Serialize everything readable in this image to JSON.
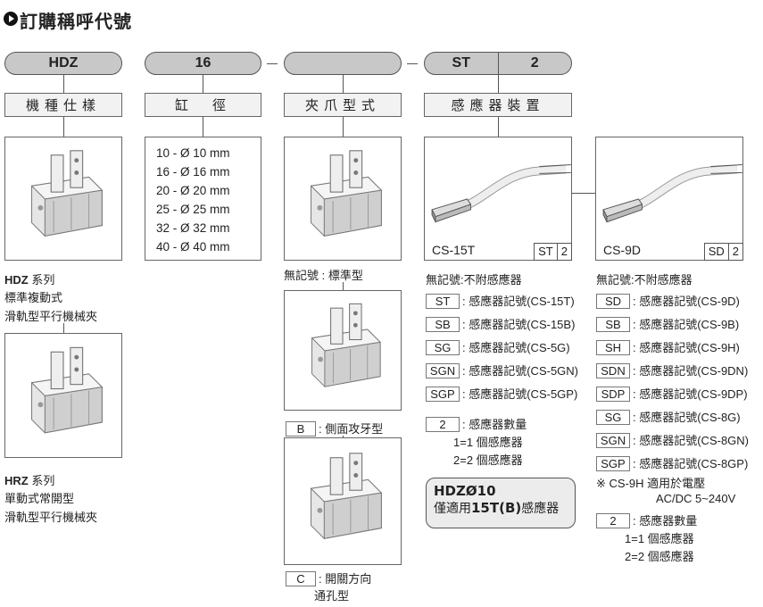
{
  "title": "訂購稱呼代號",
  "pills": {
    "model": "HDZ",
    "bore": "16",
    "claw": "",
    "sensor": "ST",
    "sensor_qty": "2"
  },
  "labels": {
    "model": "機種仕樣",
    "bore": "缸　徑",
    "claw": "夾爪型式",
    "sensor": "感應器裝置"
  },
  "models": [
    {
      "code": "HDZ",
      "series": "系列",
      "lines": [
        "標準複動式",
        "滑軌型平行機械夾"
      ]
    },
    {
      "code": "HRZ",
      "series": "系列",
      "lines": [
        "單動式常開型",
        "滑軌型平行機械夾"
      ]
    }
  ],
  "bores": [
    "10  -  Ø 10 mm",
    "16  -  Ø 16 mm",
    "20  -  Ø 20 mm",
    "25  -  Ø 25 mm",
    "32  -  Ø 32 mm",
    "40  -  Ø 40 mm"
  ],
  "claws": [
    {
      "code": "",
      "text": "無記號 : 標準型"
    },
    {
      "code": "B",
      "text": ": 側面攻牙型"
    },
    {
      "code": "C",
      "text": ": 開關方向",
      "text2": "通孔型"
    }
  ],
  "sensor_left": {
    "name": "CS-15T",
    "tag_code": "ST",
    "tag_qty": "2",
    "none": "無記號:不附感應器",
    "items": [
      {
        "code": "ST",
        "text": ": 感應器記號(CS-15T)"
      },
      {
        "code": "SB",
        "text": ": 感應器記號(CS-15B)"
      },
      {
        "code": "SG",
        "text": ": 感應器記號(CS-5G)"
      },
      {
        "code": "SGN",
        "text": ": 感應器記號(CS-5GN)"
      },
      {
        "code": "SGP",
        "text": ": 感應器記號(CS-5GP)"
      }
    ],
    "qty_code": "2",
    "qty_text": ": 感應器數量",
    "qty_1": "1=1 個感應器",
    "qty_2": "2=2 個感應器",
    "note_title": "HDZØ10",
    "note_pre": "僅適用",
    "note_bold": "15T(B)",
    "note_post": "感應器"
  },
  "sensor_right": {
    "name": "CS-9D",
    "tag_code": "SD",
    "tag_qty": "2",
    "none": "無記號:不附感應器",
    "items": [
      {
        "code": "SD",
        "text": ": 感應器記號(CS-9D)"
      },
      {
        "code": "SB",
        "text": ": 感應器記號(CS-9B)"
      },
      {
        "code": "SH",
        "text": ": 感應器記號(CS-9H)"
      },
      {
        "code": "SDN",
        "text": ": 感應器記號(CS-9DN)"
      },
      {
        "code": "SDP",
        "text": ": 感應器記號(CS-9DP)"
      },
      {
        "code": "SG",
        "text": ": 感應器記號(CS-8G)"
      },
      {
        "code": "SGN",
        "text": ": 感應器記號(CS-8GN)"
      },
      {
        "code": "SGP",
        "text": ": 感應器記號(CS-8GP)"
      }
    ],
    "remark": "※ CS-9H 適用於電壓",
    "remark2": "AC/DC 5~240V",
    "qty_code": "2",
    "qty_text": ": 感應器數量",
    "qty_1": "1=1 個感應器",
    "qty_2": "2=2 個感應器"
  }
}
